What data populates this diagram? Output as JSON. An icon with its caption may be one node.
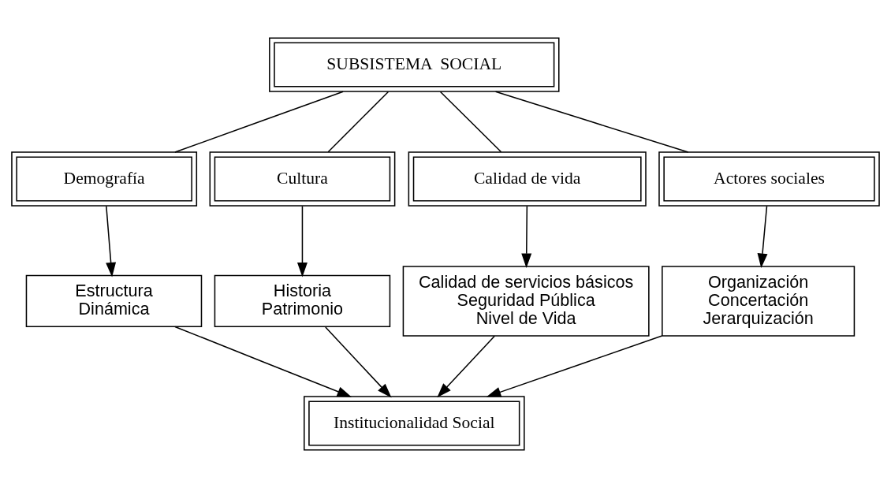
{
  "diagram": {
    "nodes": [
      {
        "text": [
          "SUBSISTEMA  SOCIAL"
        ]
      },
      {
        "text": [
          "Demografía"
        ]
      },
      {
        "text": [
          "Cultura"
        ]
      },
      {
        "text": [
          "Calidad de vida"
        ]
      },
      {
        "text": [
          "Actores sociales"
        ]
      },
      {
        "text": [
          "Estructura",
          "Dinámica"
        ]
      },
      {
        "text": [
          "Historia",
          "Patrimonio"
        ]
      },
      {
        "text": [
          "Calidad de servicios básicos",
          "Seguridad Pública",
          "Nivel de Vida"
        ]
      },
      {
        "text": [
          "Organización",
          "Concertación",
          "Jerarquización"
        ]
      },
      {
        "text": [
          "Institucionalidad Social"
        ]
      }
    ],
    "edges": [
      {
        "from": 0,
        "to": 1,
        "arrow": "none"
      },
      {
        "from": 0,
        "to": 2,
        "arrow": "none"
      },
      {
        "from": 0,
        "to": 3,
        "arrow": "none"
      },
      {
        "from": 0,
        "to": 4,
        "arrow": "none"
      },
      {
        "from": 1,
        "to": 5,
        "arrow": "to"
      },
      {
        "from": 2,
        "to": 6,
        "arrow": "to"
      },
      {
        "from": 3,
        "to": 7,
        "arrow": "to"
      },
      {
        "from": 4,
        "to": 8,
        "arrow": "to"
      },
      {
        "from": 5,
        "to": 9,
        "arrow": "to"
      },
      {
        "from": 6,
        "to": 9,
        "arrow": "to"
      },
      {
        "from": 7,
        "to": 9,
        "arrow": "to"
      },
      {
        "from": 8,
        "to": 9,
        "arrow": "to"
      }
    ]
  }
}
